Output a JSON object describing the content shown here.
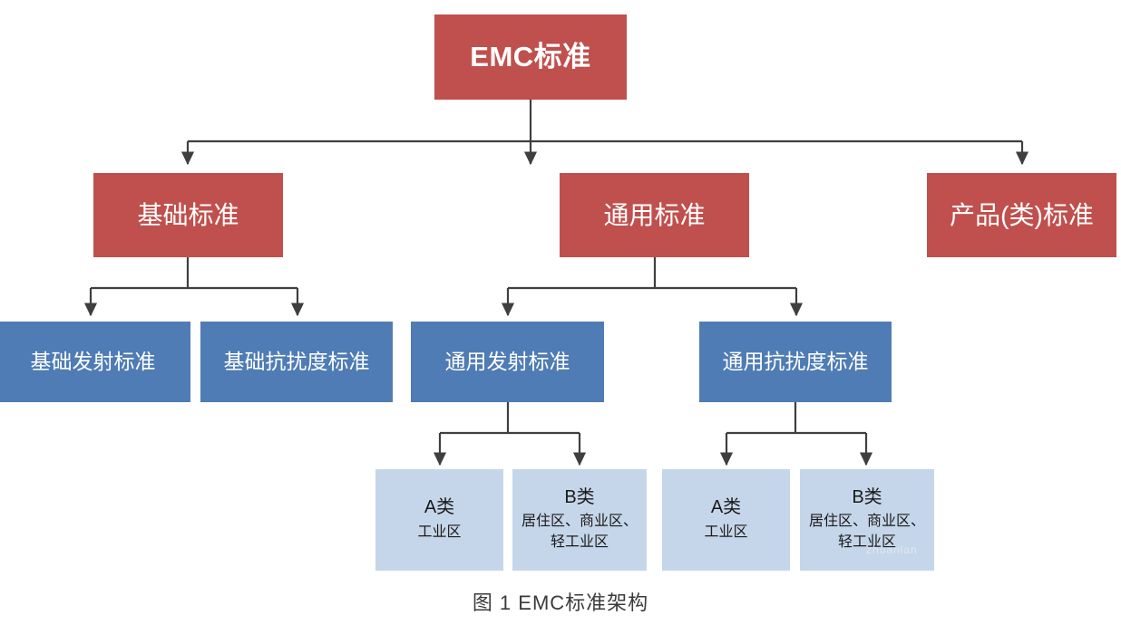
{
  "figure": {
    "caption": "图 1  EMC标准架构",
    "watermark": "zhuanlan",
    "colors": {
      "red": "#C0504D",
      "blue": "#4F7CB4",
      "light_blue": "#C6D6EA",
      "connector": "#3F3F3F",
      "background": "#FFFFFF",
      "text_on_fill": "#FFFFFF",
      "text_dark": "#1A1A1A"
    }
  },
  "nodes": {
    "root": {
      "label": "EMC标准",
      "level": "root",
      "color": "red"
    },
    "level2": [
      {
        "label": "基础标准",
        "color": "red"
      },
      {
        "label": "通用标准",
        "color": "red"
      },
      {
        "label": "产品(类)标准",
        "color": "red"
      }
    ],
    "level3": [
      {
        "label": "基础发射标准",
        "color": "blue",
        "parent": "基础标准"
      },
      {
        "label": "基础抗扰度标准",
        "color": "blue",
        "parent": "基础标准"
      },
      {
        "label": "通用发射标准",
        "color": "blue",
        "parent": "通用标准"
      },
      {
        "label": "通用抗扰度标准",
        "color": "blue",
        "parent": "通用标准"
      }
    ],
    "level4": [
      {
        "title": "A类",
        "subtitle": "工业区",
        "color": "light_blue",
        "parent": "通用发射标准"
      },
      {
        "title": "B类",
        "subtitle": "居住区、商业区、轻工业区",
        "color": "light_blue",
        "parent": "通用发射标准"
      },
      {
        "title": "A类",
        "subtitle": "工业区",
        "color": "light_blue",
        "parent": "通用抗扰度标准"
      },
      {
        "title": "B类",
        "subtitle": "居住区、商业区、轻工业区",
        "color": "light_blue",
        "parent": "通用抗扰度标准"
      }
    ]
  }
}
